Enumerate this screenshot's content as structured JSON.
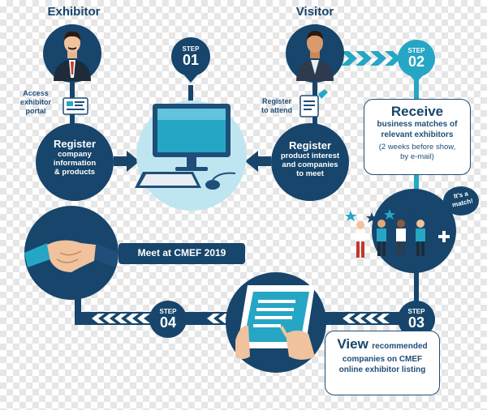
{
  "roles": {
    "exhibitor": "Exhibitor",
    "visitor": "Visitor"
  },
  "exhibitor": {
    "access_label": "Access\nexhibitor\nportal",
    "register_title": "Register",
    "register_sub": "company\ninformation\n& products"
  },
  "visitor": {
    "attend_label": "Register\nto attend",
    "register_title": "Register",
    "register_sub": "product interest\nand companies\nto meet"
  },
  "steps": {
    "step_word": "STEP",
    "s1": "01",
    "s2": "02",
    "s3": "03",
    "s4": "04"
  },
  "receive": {
    "title": "Receive",
    "line1": "business matches of",
    "line2": "relevant exhibitors",
    "note": "(2 weeks before show,\nby e-mail)"
  },
  "match_badge": "It's a\nmatch!",
  "meet_banner": "Meet at CMEF 2019",
  "view": {
    "title": "View",
    "line1": "recommended",
    "line2": "companies on CMEF",
    "line3": "online exhibitor listing"
  },
  "colors": {
    "navy": "#17456b",
    "navy_dark": "#0f3250",
    "teal": "#25a6c4",
    "light_blue": "#bfe6f0"
  }
}
